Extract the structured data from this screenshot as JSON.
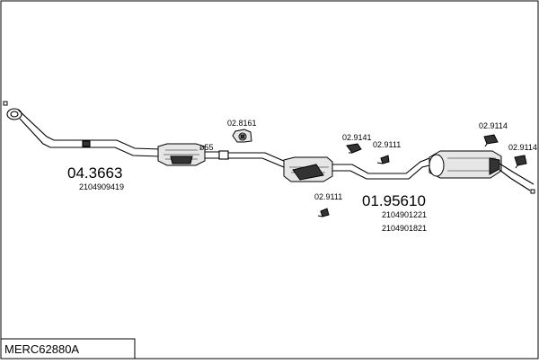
{
  "diagram": {
    "reference": "MERC62880A",
    "assemblies": [
      {
        "main_number": "04.3663",
        "oem_numbers": [
          "2104909419"
        ]
      },
      {
        "main_number": "01.95610",
        "oem_numbers": [
          "2104901221",
          "2104901821"
        ]
      }
    ],
    "pipe_marking": "ø55",
    "fittings": [
      "02.8161",
      "02.9141",
      "02.9111",
      "02.9111",
      "02.9114",
      "02.9114"
    ]
  },
  "colors": {
    "line": "#000000",
    "fill_light": "#e6e6e6",
    "fill_dark": "#333333",
    "background": "#ffffff"
  }
}
